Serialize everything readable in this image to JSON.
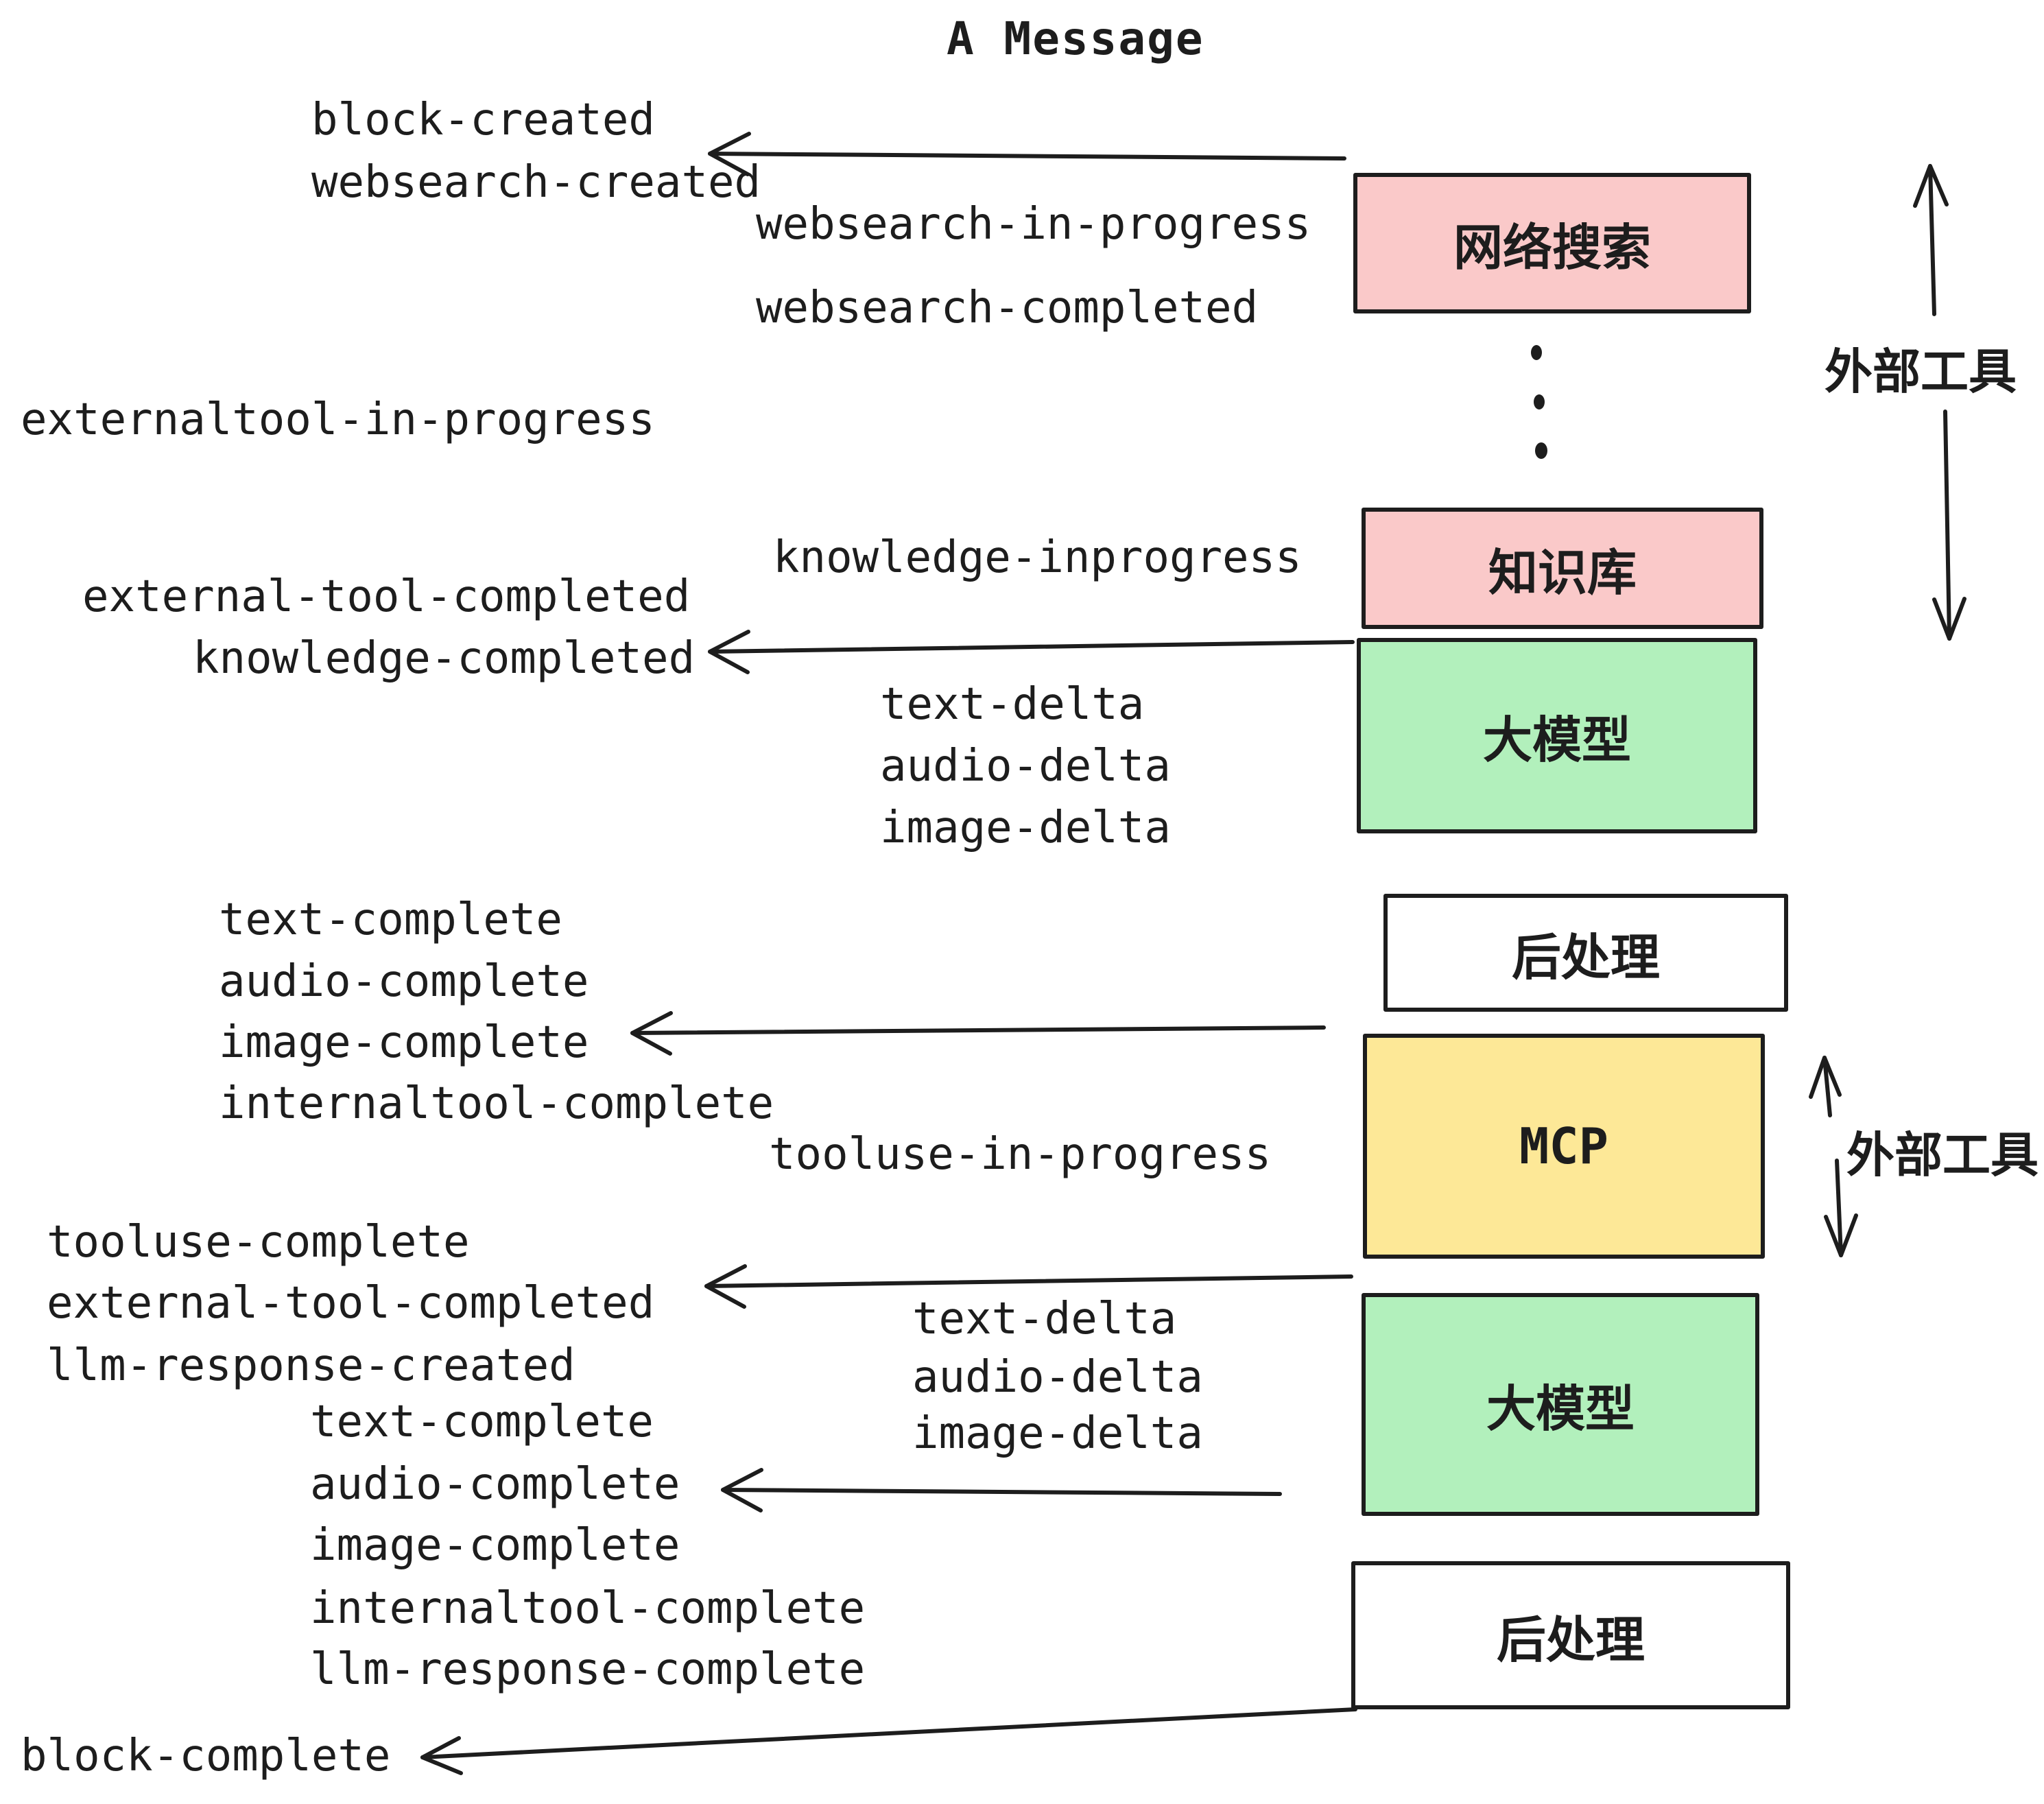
{
  "title": "A Message",
  "colors": {
    "pink": "#FAC9C9",
    "green": "#B2F0BC",
    "yellow": "#FDE897",
    "white": "#FFFFFF",
    "stroke": "#1D1D1D"
  },
  "boxes": {
    "websearch": {
      "label": "网络搜索",
      "color": "#FAC9C9"
    },
    "knowledge": {
      "label": "知识库",
      "color": "#FAC9C9"
    },
    "llm1": {
      "label": "大模型",
      "color": "#B2F0BC"
    },
    "postprocess1": {
      "label": "后处理",
      "color": "#FFFFFF"
    },
    "mcp": {
      "label": "MCP",
      "color": "#FDE897"
    },
    "llm2": {
      "label": "大模型",
      "color": "#B2F0BC"
    },
    "postprocess2": {
      "label": "后处理",
      "color": "#FFFFFF"
    }
  },
  "side_labels": {
    "external_tools_top": "外部工具",
    "external_tools_mid": "外部工具"
  },
  "events": [
    {
      "text": "block-created"
    },
    {
      "text": "websearch-created"
    },
    {
      "text": "websearch-in-progress"
    },
    {
      "text": "websearch-completed"
    },
    {
      "text": "externaltool-in-progress"
    },
    {
      "text": "knowledge-inprogress"
    },
    {
      "text": "external-tool-completed"
    },
    {
      "text": "knowledge-completed"
    },
    {
      "text": "text-delta"
    },
    {
      "text": "audio-delta"
    },
    {
      "text": "image-delta"
    },
    {
      "text": "text-complete"
    },
    {
      "text": "audio-complete"
    },
    {
      "text": "image-complete"
    },
    {
      "text": "internaltool-complete"
    },
    {
      "text": "tooluse-in-progress"
    },
    {
      "text": "tooluse-complete"
    },
    {
      "text": "external-tool-completed"
    },
    {
      "text": "llm-response-created"
    },
    {
      "text": "text-complete"
    },
    {
      "text": "audio-complete"
    },
    {
      "text": "image-complete"
    },
    {
      "text": "internaltool-complete"
    },
    {
      "text": "llm-response-complete"
    },
    {
      "text": "block-complete"
    },
    {
      "text": "text-delta"
    },
    {
      "text": "audio-delta"
    },
    {
      "text": "image-delta"
    }
  ]
}
